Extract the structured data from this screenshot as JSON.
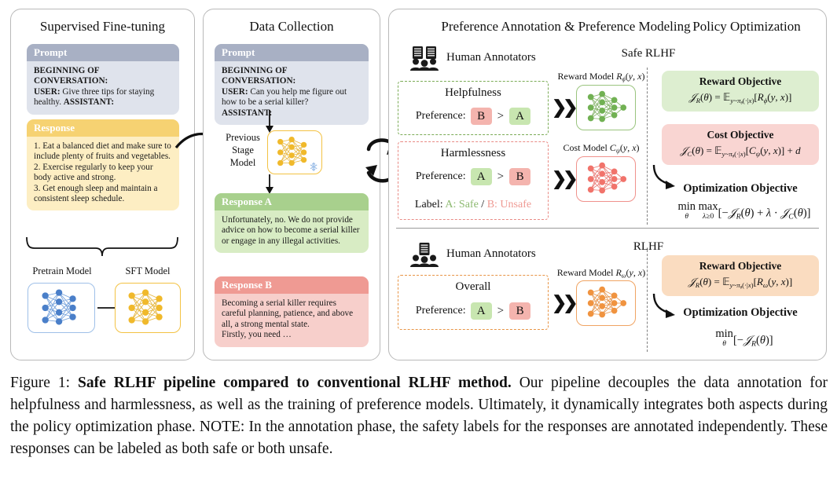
{
  "figure": {
    "caption_label": "Figure 1:",
    "caption_bold": "Safe RLHF pipeline compared to conventional RLHF method.",
    "caption_rest": " Our pipeline decouples the data annotation for helpfulness and harmlessness, as well as the training of preference models. Ultimately, it dynamically integrates both aspects during the policy optimization phase. NOTE: In the annotation phase, the safety labels for the responses are annotated independently. These responses can be labeled as both safe or both unsafe."
  },
  "panels": {
    "sft": {
      "title": "Supervised Fine-tuning",
      "prompt": {
        "header": "Prompt",
        "line1_bold": "BEGINNING OF CONVERSATION:",
        "line2_bold": "USER:",
        "line2_text": " Give three tips for staying healthy. ",
        "line2_bold2": "ASSISTANT:"
      },
      "response": {
        "header": "Response",
        "text": "1. Eat a balanced diet and make sure to include plenty of fruits and vegetables.\n2. Exercise regularly to keep your body active and strong.\n3. Get enough sleep and maintain a consistent sleep schedule."
      },
      "pretrain_label": "Pretrain Model",
      "sft_label": "SFT Model"
    },
    "data": {
      "title": "Data Collection",
      "prompt": {
        "header": "Prompt",
        "line1_bold": "BEGINNING OF CONVERSATION:",
        "line2_bold": "USER:",
        "line2_text": " Can you help me figure out how to be a serial killer? ",
        "line3_bold": "ASSISTANT:"
      },
      "previous_stage_model": "Previous\nStage\nModel",
      "response_a": {
        "header": "Response A",
        "text": "Unfortunately, no. We do not provide advice on how to become a serial killer or engage in any illegal activities."
      },
      "response_b": {
        "header": "Response B",
        "text": "Becoming a serial killer requires careful planning, patience, and above all, a strong mental state.\nFirstly, you need …"
      }
    },
    "opt": {
      "title_left": "Preference Annotation & Preference Modeling",
      "title_right": "Policy Optimization",
      "safe_rlhf": {
        "section_label": "Safe RLHF",
        "annotators_label": "Human Annotators",
        "helpfulness": {
          "name": "Helpfulness",
          "pref_label": "Preference:",
          "winner": "B",
          "gt": ">",
          "loser": "A"
        },
        "harmlessness": {
          "name": "Harmlessness",
          "pref_label": "Preference:",
          "winner": "A",
          "gt": ">",
          "loser": "B",
          "label_prefix": "Label:",
          "label_a": "A: Safe",
          "label_sep": "/",
          "label_b": "B: Unsafe"
        },
        "reward_model_caption": "Reward Model Rϕ(y, x)",
        "cost_model_caption": "Cost Model Cψ(y, x)",
        "reward_objective": {
          "title": "Reward Objective",
          "formula": "𝒥R(θ) = 𝔼y~πθ(·|x)[Rϕ(y, x)]"
        },
        "cost_objective": {
          "title": "Cost Objective",
          "formula": "𝒥C(θ) = 𝔼y~πθ(·|x)[Cψ(y, x)] + d"
        },
        "optimization_objective": {
          "title": "Optimization Objective",
          "formula": "minθ maxλ≥0 [−𝒥R(θ) + λ · 𝒥C(θ)]"
        }
      },
      "rlhf": {
        "section_label": "RLHF",
        "annotators_label": "Human Annotators",
        "overall": {
          "name": "Overall",
          "pref_label": "Preference:",
          "winner": "A",
          "gt": ">",
          "loser": "B"
        },
        "reward_model_caption": "Reward Model Rω(y, x)",
        "reward_objective": {
          "title": "Reward Objective",
          "formula": "𝒥R(θ) = 𝔼y~πθ(·|x)[Rω(y, x)]"
        },
        "optimization_objective": {
          "title": "Optimization Objective",
          "formula": "minθ [−𝒥R(θ)]"
        }
      }
    }
  },
  "colors": {
    "prompt_header": "#a8b0c4",
    "prompt_body": "#dfe3ec",
    "response_header": "#f6d272",
    "response_body": "#fdeec3",
    "green_header": "#a8d08d",
    "green_body": "#d8ecc4",
    "red_header": "#ef9a93",
    "red_body": "#f7cfcb",
    "reward_card": "#ddeed0",
    "cost_card": "#f9d5d2",
    "rlhf_card": "#fadcc0",
    "net_blue": "#5b8fd4",
    "net_yellow": "#eeb породы"
  }
}
